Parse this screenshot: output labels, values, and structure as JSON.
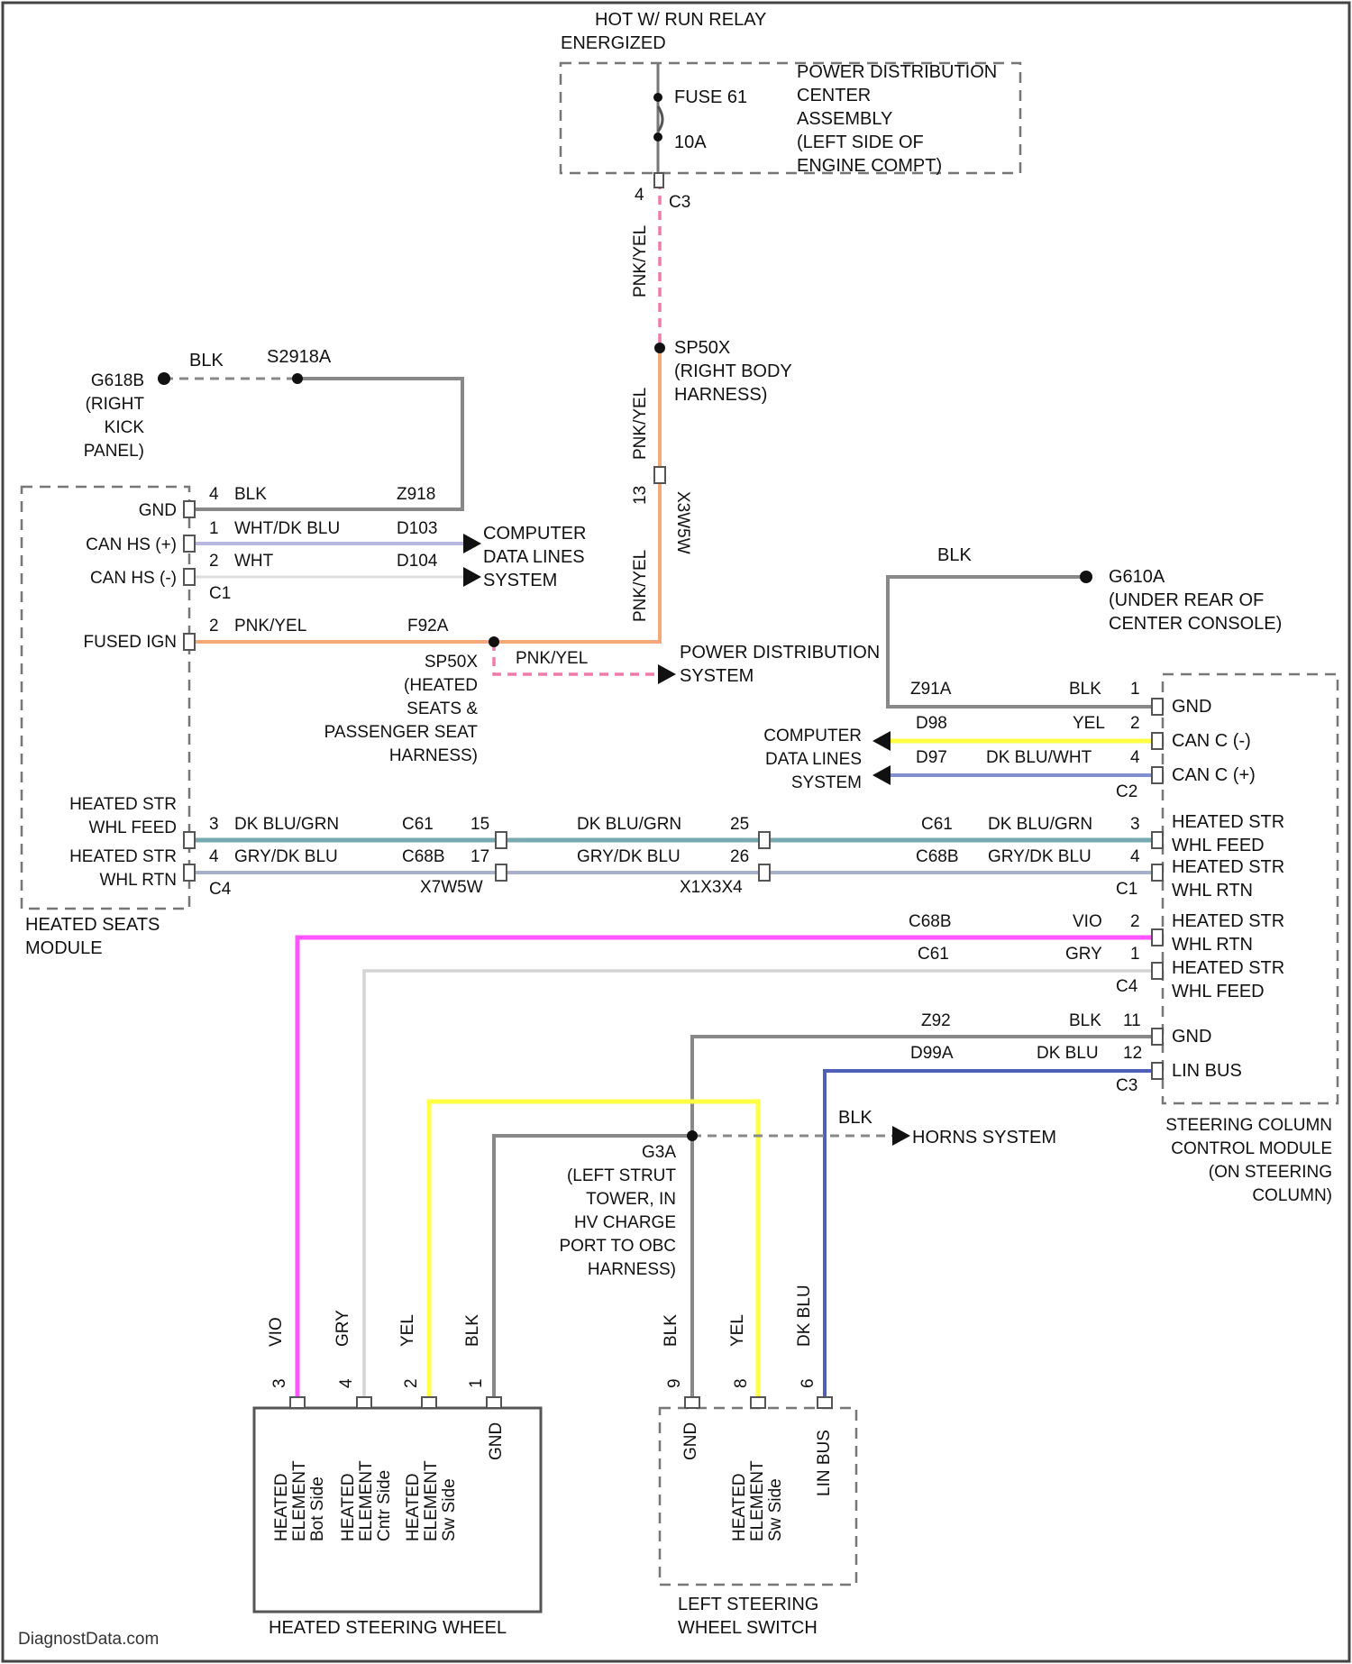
{
  "watermark": "DiagnostData.com",
  "colors": {
    "pnk_yel": "#f5a878",
    "pnk_yel_dash": "#f07aa8",
    "blk": "#888888",
    "wht_dk_blu": "#b8b8e0",
    "wht": "#dcdcdc",
    "yel": "#ffff44",
    "dk_blu_wht": "#8090d0",
    "dk_blu_grn": "#78a8b0",
    "gry_dk_blu": "#a8b0c8",
    "vio": "#ff55ff",
    "gry": "#d4d4d4",
    "dk_blu": "#5060b8"
  },
  "top": {
    "relay_line1": "HOT W/ RUN RELAY",
    "relay_line2": "ENERGIZED",
    "fuse_label": "FUSE 61",
    "fuse_amp": "10A",
    "pdc_lines": [
      "POWER DISTRIBUTION",
      "CENTER",
      "ASSEMBLY",
      "(LEFT SIDE OF",
      "ENGINE COMPT)"
    ],
    "conn_pin": "4",
    "conn_id": "C3"
  },
  "riser": {
    "wire_upper": "PNK/YEL",
    "splice": "SP50X",
    "splice_desc": [
      "(RIGHT BODY",
      "HARNESS)"
    ],
    "wire_lower": "PNK/YEL",
    "conn_pin": "13",
    "conn_id": "X3W5W",
    "wire_bottom": "PNK/YEL"
  },
  "ground_left": {
    "ground_lines": [
      "G618B",
      "(RIGHT",
      "KICK",
      "PANEL)"
    ],
    "wire_color": "BLK",
    "splice": "S2918A"
  },
  "seat_module": {
    "label_lines": [
      "HEATED SEATS",
      "MODULE"
    ],
    "gnd": "GND",
    "can_hs_plus": "CAN HS (+)",
    "can_hs_minus": "CAN HS (-)",
    "fused_ign": "FUSED IGN",
    "feed_lines": [
      "HEATED STR",
      "WHL FEED"
    ],
    "rtn_lines": [
      "HEATED STR",
      "WHL RTN"
    ],
    "c1": "C1",
    "c4": "C4"
  },
  "seat_wires": {
    "w1_pin": "4",
    "w1_color": "BLK",
    "w1_circuit": "Z918",
    "w2_pin": "1",
    "w2_color": "WHT/DK BLU",
    "w2_circuit": "D103",
    "w3_pin": "2",
    "w3_color": "WHT",
    "w3_circuit": "D104",
    "cdl_lines": [
      "COMPUTER",
      "DATA LINES",
      "SYSTEM"
    ],
    "w4_pin": "2",
    "w4_color": "PNK/YEL",
    "w4_circuit": "F92A",
    "splice": "SP50X",
    "splice_desc": [
      "(HEATED",
      "SEATS &",
      "PASSENGER SEAT",
      "HARNESS)"
    ],
    "branch_color": "PNK/YEL",
    "pds_lines": [
      "POWER DISTRIBUTION",
      "SYSTEM"
    ]
  },
  "ground_right": {
    "wire_color": "BLK",
    "ground_lines": [
      "G610A",
      "(UNDER REAR OF",
      "CENTER CONSOLE)"
    ]
  },
  "sccm_top": {
    "gnd_circuit": "Z91A",
    "gnd_color": "BLK",
    "gnd_pin": "1",
    "canc_minus_circuit": "D98",
    "canc_minus_color": "YEL",
    "canc_minus_pin": "2",
    "canc_plus_circuit": "D97",
    "canc_plus_color": "DK BLU/WHT",
    "canc_plus_pin": "4",
    "cdl_lines": [
      "COMPUTER",
      "DATA LINES",
      "SYSTEM"
    ],
    "gnd_label": "GND",
    "canc_minus_label": "CAN C (-)",
    "canc_plus_label": "CAN C (+)",
    "c2": "C2"
  },
  "mid_wires": {
    "a_pin": "3",
    "a_color": "DK BLU/GRN",
    "a_circuit": "C61",
    "a_inline_pin": "15",
    "b_pin": "4",
    "b_color": "GRY/DK BLU",
    "b_circuit": "C68B",
    "b_inline_pin": "17",
    "inline1_id": "X7W5W",
    "a2_color": "DK BLU/GRN",
    "a2_pin": "25",
    "b2_color": "GRY/DK BLU",
    "b2_pin": "26",
    "inline2_id": "X1X3X4",
    "a3_circuit": "C61",
    "a3_color": "DK BLU/GRN",
    "a3_pin": "3",
    "b3_circuit": "C68B",
    "b3_color": "GRY/DK BLU",
    "b3_pin": "4",
    "sccm_feed_lines": [
      "HEATED STR",
      "WHL FEED"
    ],
    "sccm_rtn_lines": [
      "HEATED STR",
      "WHL RTN"
    ],
    "c1": "C1"
  },
  "sccm_c4": {
    "rtn_circuit": "C68B",
    "rtn_color": "VIO",
    "rtn_pin": "2",
    "feed_circuit": "C61",
    "feed_color": "GRY",
    "feed_pin": "1",
    "rtn_lines": [
      "HEATED STR",
      "WHL RTN"
    ],
    "feed_lines": [
      "HEATED STR",
      "WHL FEED"
    ],
    "c4": "C4"
  },
  "sccm_c3": {
    "gnd_circuit": "Z92",
    "gnd_color": "BLK",
    "gnd_pin": "11",
    "lin_circuit": "D99A",
    "lin_color": "DK BLU",
    "lin_pin": "12",
    "gnd_label": "GND",
    "lin_label": "LIN BUS",
    "c3": "C3",
    "module_lines": [
      "STEERING COLUMN",
      "CONTROL MODULE",
      "(ON STEERING",
      "COLUMN)"
    ]
  },
  "lower": {
    "blk_label": "BLK",
    "horn_label": "HORNS SYSTEM",
    "ground_lines": [
      "G3A",
      "(LEFT STRUT",
      "TOWER, IN",
      "HV CHARGE",
      "PORT TO OBC",
      "HARNESS)"
    ]
  },
  "wheel": {
    "label": "HEATED STEERING WHEEL",
    "pins": [
      {
        "color": "VIO",
        "num": "3",
        "name_lines": [
          "HEATED",
          "ELEMENT",
          "Bot Side"
        ]
      },
      {
        "color": "GRY",
        "num": "4",
        "name_lines": [
          "HEATED",
          "ELEMENT",
          "Cntr Side"
        ]
      },
      {
        "color": "YEL",
        "num": "2",
        "name_lines": [
          "HEATED",
          "ELEMENT",
          "Sw Side"
        ]
      },
      {
        "color": "BLK",
        "num": "1",
        "name_lines": [
          "GND"
        ]
      }
    ]
  },
  "switch": {
    "label_lines": [
      "LEFT STEERING",
      "WHEEL SWITCH"
    ],
    "pins": [
      {
        "color": "BLK",
        "num": "9",
        "name_lines": [
          "GND"
        ]
      },
      {
        "color": "YEL",
        "num": "8",
        "name_lines": [
          "HEATED",
          "ELEMENT",
          "Sw Side"
        ]
      },
      {
        "color": "DK BLU",
        "num": "6",
        "name_lines": [
          "LIN BUS"
        ]
      }
    ]
  }
}
